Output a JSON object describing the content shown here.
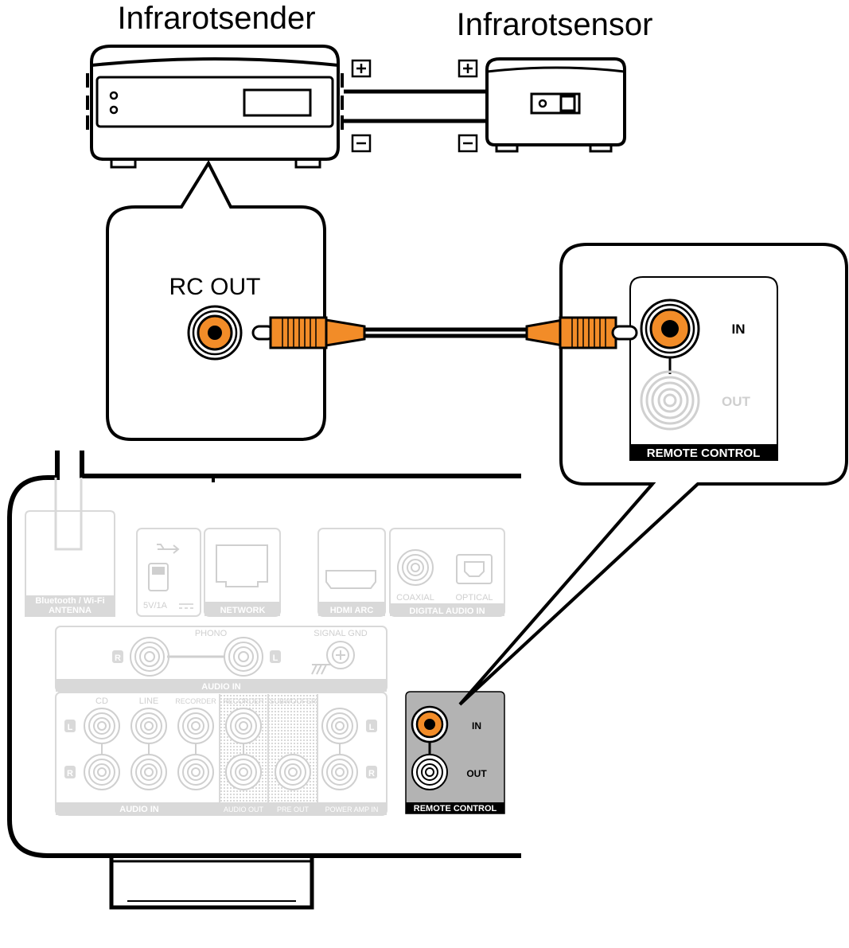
{
  "labels": {
    "ir_transmitter": "Infrarotsender",
    "ir_sensor": "Infrarotsensor",
    "plus": "+",
    "minus": "−",
    "rc_out": "RC OUT",
    "in": "IN",
    "out": "OUT",
    "remote_control": "REMOTE CONTROL"
  },
  "rear_panel": {
    "antenna": [
      "Bluetooth / Wi-Fi",
      "ANTENNA"
    ],
    "usb_rating": "5V/1A",
    "network": "NETWORK",
    "hdmi_arc": "HDMI ARC",
    "coaxial": "COAXIAL",
    "optical": "OPTICAL",
    "digital_audio_in": "DIGITAL AUDIO IN",
    "phono": "PHONO",
    "signal_gnd": "SIGNAL GND",
    "audio_in_top": "AUDIO IN",
    "cd": "CD",
    "line": "LINE",
    "recorder_in": "RECORDER",
    "recorder_out": "RECORDER",
    "subwoofer": "SUBWOOFER",
    "audio_in_bottom": "AUDIO IN",
    "audio_out": "AUDIO OUT",
    "pre_out": "PRE OUT",
    "power_amp_in": "POWER AMP IN",
    "r": "R",
    "l": "L",
    "rc_in": "IN",
    "rc_out": "OUT",
    "remote_control": "REMOTE CONTROL"
  },
  "colors": {
    "jack_orange": "#f28c28",
    "ghost_gray": "#d9d9d9",
    "highlight_panel": "#b3b3b3"
  }
}
